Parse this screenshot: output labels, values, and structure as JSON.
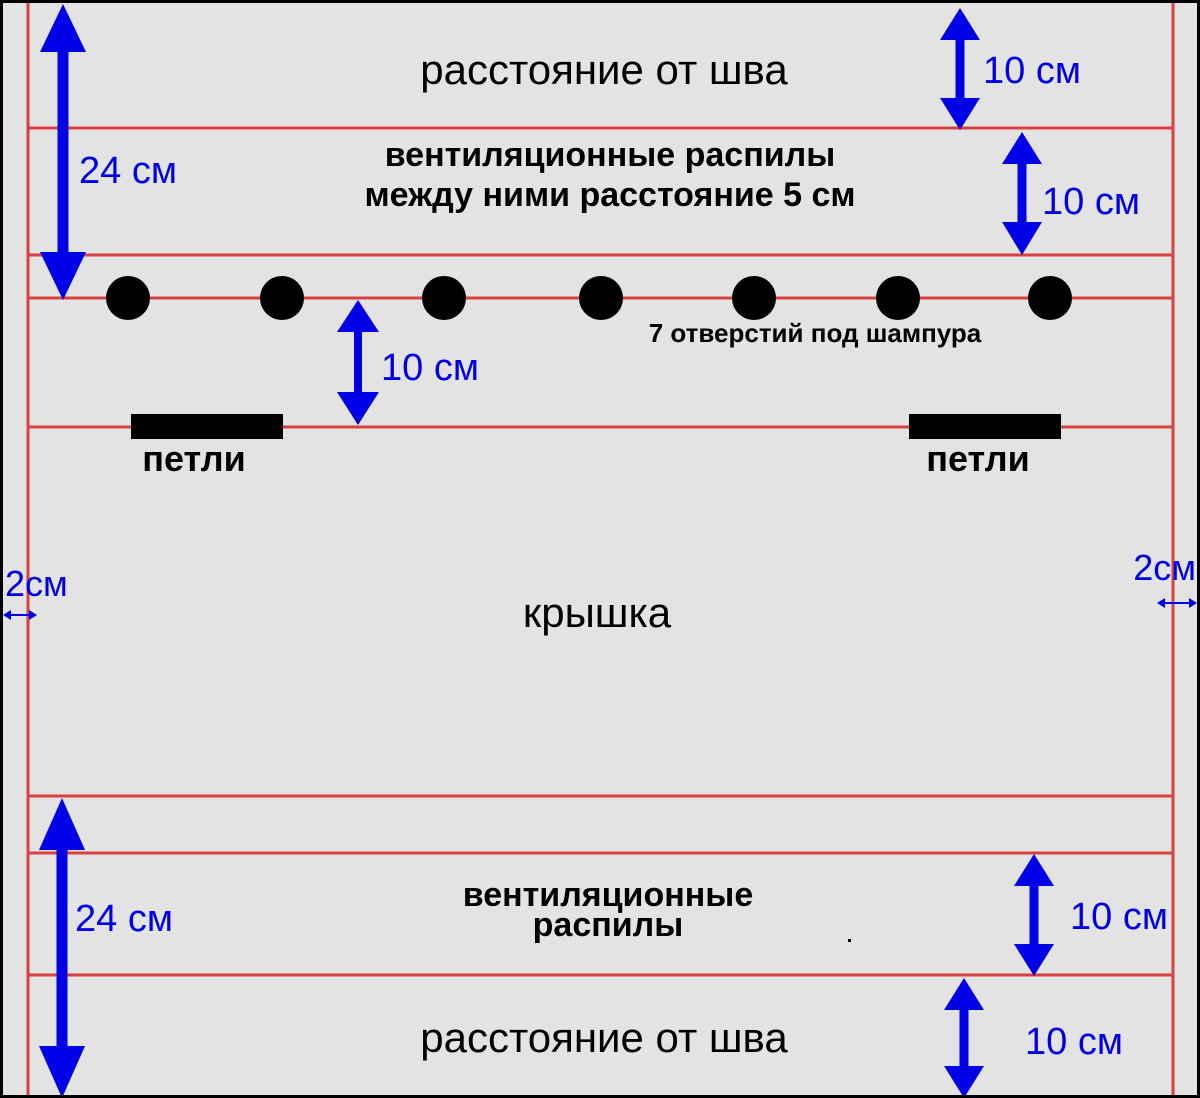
{
  "labels": {
    "seam_distance_top": "расстояние от шва",
    "vent_top_line1": "вентиляционные распилы",
    "vent_top_line2": "между ними расстояние 5 см",
    "holes_label": "7 отверстий под шампура",
    "hinge_left": "петли",
    "hinge_right": "петли",
    "lid": "крышка",
    "vent_bottom_line1": "вентиляционные",
    "vent_bottom_line2": "распилы",
    "seam_distance_bottom": "расстояние от шва"
  },
  "dimensions": {
    "top_seam": "10 см",
    "top_vent": "10 см",
    "top_total": "24 см",
    "holes_to_hinges": "10 см",
    "left_margin": "2см",
    "right_margin": "2см",
    "bottom_total": "24 см",
    "bottom_vent": "10 см",
    "bottom_seam": "10 см"
  },
  "holes": {
    "count": 7
  },
  "colors": {
    "background": "#e3e3e3",
    "frame": "#000000",
    "guide_line": "#d94040",
    "dimension_arrow": "#0000e6",
    "marks": "#000000"
  }
}
